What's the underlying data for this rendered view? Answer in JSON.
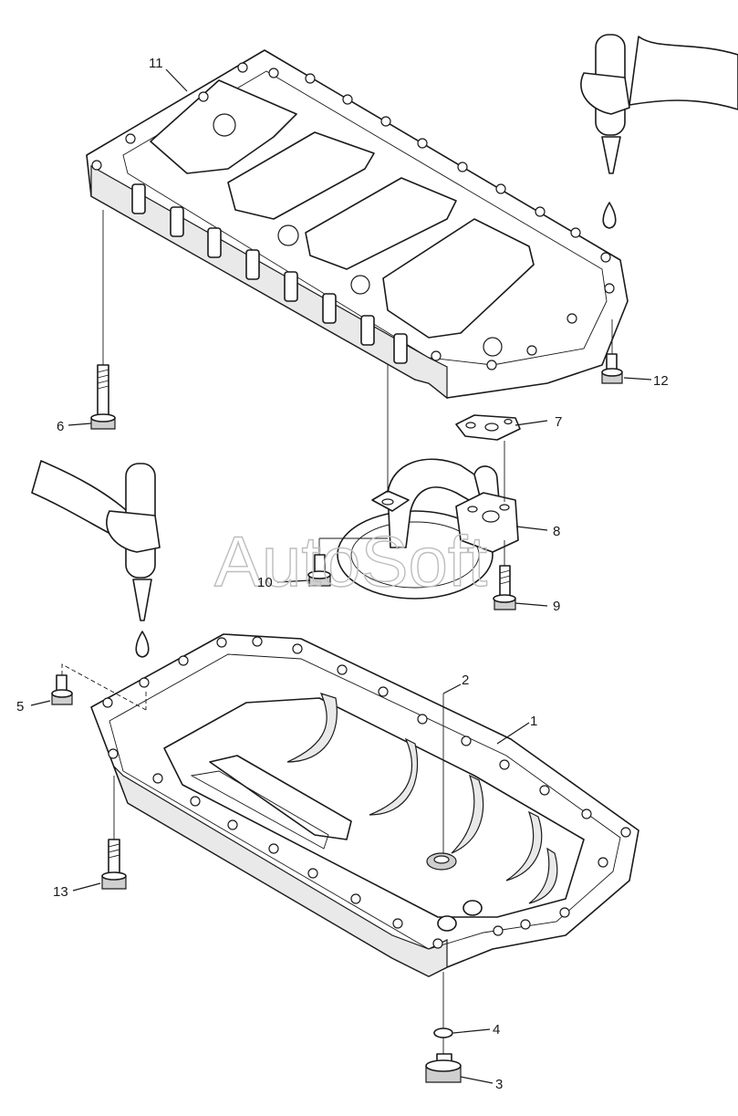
{
  "watermark": "AutoSoft",
  "callouts": [
    {
      "id": "1",
      "text": "1"
    },
    {
      "id": "2",
      "text": "2"
    },
    {
      "id": "3",
      "text": "3"
    },
    {
      "id": "4",
      "text": "4"
    },
    {
      "id": "5",
      "text": "5"
    },
    {
      "id": "6",
      "text": "6"
    },
    {
      "id": "7",
      "text": "7"
    },
    {
      "id": "8",
      "text": "8"
    },
    {
      "id": "9",
      "text": "9"
    },
    {
      "id": "10",
      "text": "10"
    },
    {
      "id": "11",
      "text": "11"
    },
    {
      "id": "12",
      "text": "12"
    },
    {
      "id": "13",
      "text": "13"
    }
  ],
  "icons": [
    "sealant-tube-hand-icon",
    "sealant-drop-icon"
  ]
}
